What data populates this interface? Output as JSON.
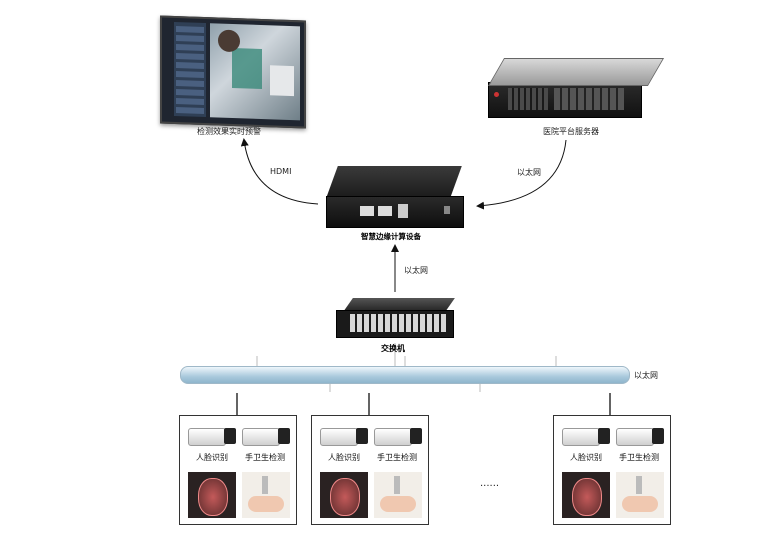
{
  "devices": {
    "monitor_label": "检测效果实时预警",
    "server_label": "医院平台服务器",
    "edge_label": "智慧边缘计算设备",
    "switch_label": "交换机"
  },
  "links": {
    "hdmi": "HDMI",
    "ethernet_server": "以太网",
    "ethernet_switch": "以太网",
    "ethernet_bus": "以太网"
  },
  "camera_groups": [
    {
      "face_label": "人脸识别",
      "hand_label": "手卫生检测"
    },
    {
      "face_label": "人脸识别",
      "hand_label": "手卫生检测"
    },
    {
      "face_label": "人脸识别",
      "hand_label": "手卫生检测"
    }
  ],
  "ellipsis": "......",
  "monitor_rows": [
    "",
    "",
    "",
    "",
    "",
    "",
    "",
    "",
    "",
    ""
  ]
}
